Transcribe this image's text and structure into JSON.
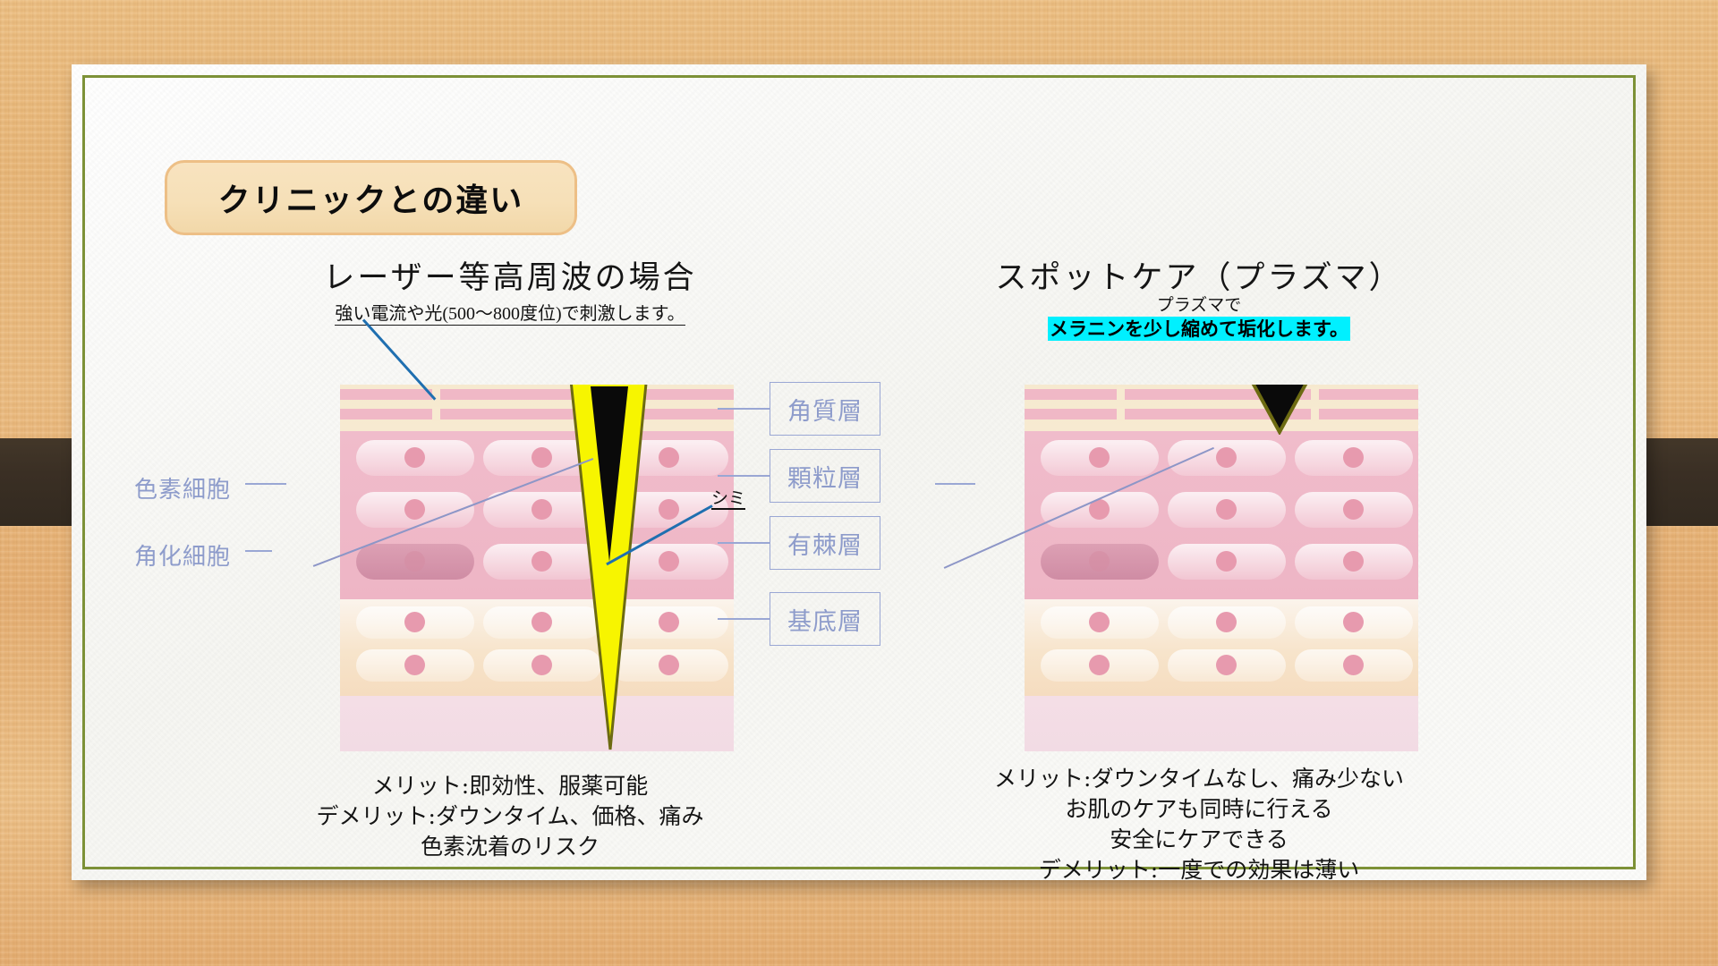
{
  "slide": {
    "title": "クリニックとの違い",
    "accent_border": "#7d9137",
    "title_fill": "#f6e0b8",
    "title_border": "#edbf86",
    "background": "#e9b87a"
  },
  "left_panel": {
    "heading": "レーザー等高周波の場合",
    "subtitle": "強い電流や光(500〜800度位)で刺激します。",
    "spot_label": "シミ",
    "beam_color": "#f7f500",
    "beam_outline": "#6d6b12",
    "bottom_lines": [
      "メリット:即効性、服薬可能",
      "デメリット:ダウンタイム、価格、痛み",
      "色素沈着のリスク"
    ]
  },
  "right_panel": {
    "heading": "スポットケア（プラズマ）",
    "subtitle_1": "プラズマで",
    "subtitle_2": "メラニンを少し縮めて垢化します。",
    "highlight_color": "#00f0ff",
    "bottom_lines": [
      "メリット:ダウンタイムなし、痛み少ない",
      "お肌のケアも同時に行える",
      "安全にケアできる",
      "デメリット:一度での効果は薄い"
    ]
  },
  "layer_labels": [
    {
      "label": "角質層"
    },
    {
      "label": "顆粒層"
    },
    {
      "label": "有棘層"
    },
    {
      "label": "基底層"
    }
  ],
  "side_labels": [
    {
      "label": "色素細胞"
    },
    {
      "label": "角化細胞"
    }
  ],
  "label_color": "#8e9ccb"
}
